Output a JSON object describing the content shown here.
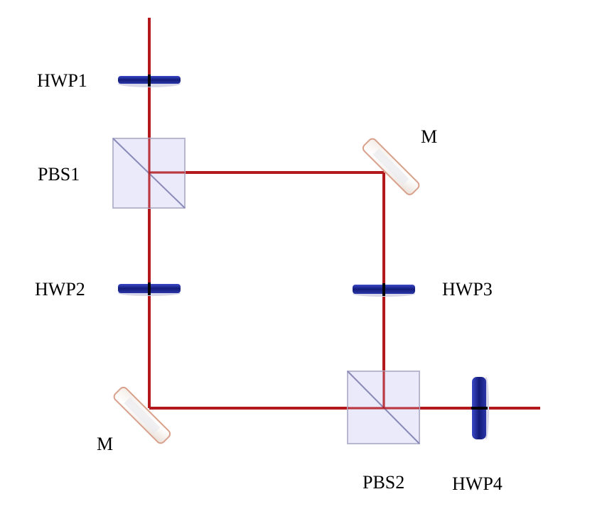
{
  "labels": {
    "hwp1": "HWP1",
    "pbs1": "PBS1",
    "mirror_top": "M",
    "hwp2": "HWP2",
    "hwp3": "HWP3",
    "mirror_bottom": "M",
    "pbs2": "PBS2",
    "hwp4": "HWP4"
  },
  "colors": {
    "beam": "#b3181c",
    "waveplate": "#1a2390",
    "cube_fill": "#e6e6fa",
    "cube_edge": "#b7b7d0",
    "mirror_edge": "#d9a18b"
  }
}
